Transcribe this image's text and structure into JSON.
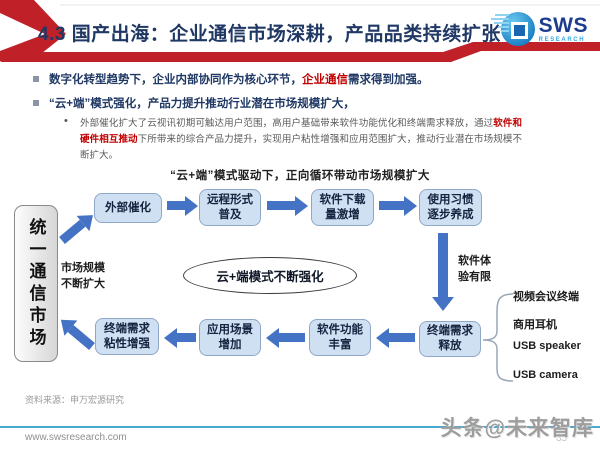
{
  "colors": {
    "accent_red": "#C02128",
    "title_navy": "#203864",
    "highlight_red": "#C00000",
    "arrow_blue": "#4472C4",
    "flow_box_fill": "#CFE0F2",
    "flow_box_border": "#8FA8C8",
    "footer_line_blue": "#4AA7CE"
  },
  "header": {
    "title": "4.3 国产出海：企业通信市场深耕，产品品类持续扩张",
    "logo_text": "SWS",
    "logo_sub": "RESEARCH"
  },
  "bullets": {
    "b1_pre": "数字化转型趋势下，企业内部协同作为核心环节，",
    "b1_highlight": "企业通信",
    "b1_post": "需求得到加强。",
    "b2": "“云+端”模式强化，产品力提升推动行业潜在市场规模扩大，",
    "sub_marker": "•",
    "sub_pre": "外部催化扩大了云视讯初期可触达用户范围，高用户基础带来软件功能优化和终端需求释放，通过",
    "sub_highlight": "软件和硬件相互推动",
    "sub_post": "下所带来的综合产品力提升，实现用户粘性增强和应用范围扩大，推动行业潜在市场规模不断扩大。"
  },
  "diagram": {
    "heading": "“云+端”模式驱动下，正向循环带动市场规模扩大",
    "unified_market": "统一通信市场",
    "market_label": "市场规模\n不断扩大",
    "ellipse_label": "云+端模式不断强化",
    "down_arrow_label": "软件体\n验有限",
    "top_row": [
      "外部催化",
      "远程形式\n普及",
      "软件下载\n量激增",
      "使用习惯\n逐步养成"
    ],
    "bottom_row": [
      "终端需求\n粘性增强",
      "应用场景\n增加",
      "软件功能\n丰富",
      "终端需求\n释放"
    ],
    "terminals": [
      "视频会议终端",
      "商用耳机",
      "USB speaker",
      "USB camera"
    ]
  },
  "footer": {
    "source": "资料来源：申万宏源研究",
    "website": "www.swsresearch.com",
    "watermark": "头条@未来智库",
    "page_number": "35"
  }
}
